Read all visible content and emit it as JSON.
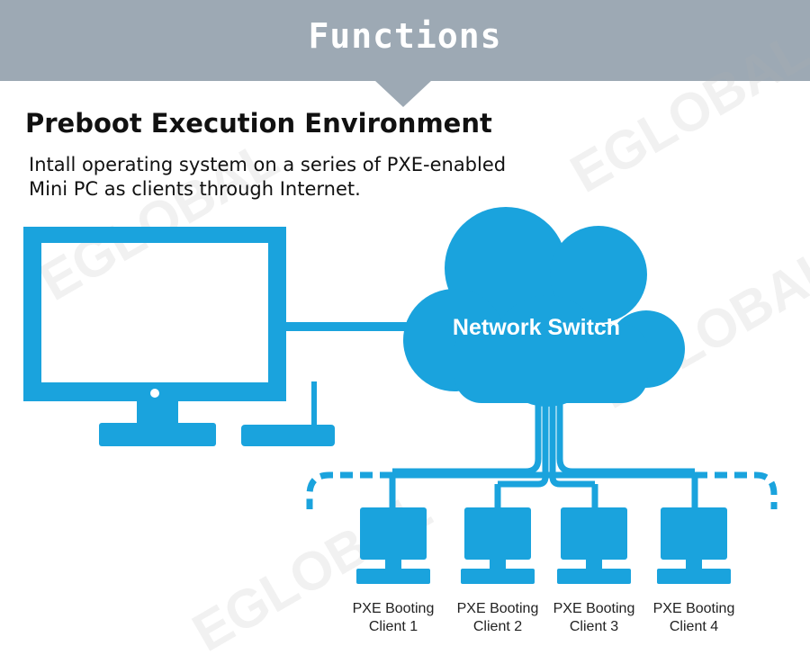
{
  "banner": {
    "title": "Functions"
  },
  "section": {
    "heading": "Preboot Execution Environment",
    "description_lines": [
      "Intall operating system on a series of PXE-enabled",
      "Mini PC as clients through Internet."
    ]
  },
  "diagram": {
    "cloud_label": "Network Switch",
    "clients": [
      {
        "line1": "PXE Booting",
        "line2": "Client 1"
      },
      {
        "line1": "PXE Booting",
        "line2": "Client 2"
      },
      {
        "line1": "PXE Booting",
        "line2": "Client 3"
      },
      {
        "line1": "PXE Booting",
        "line2": "Client 4"
      }
    ]
  },
  "watermark": "EGLOBAL",
  "colors": {
    "banner": "#9da9b4",
    "accent": "#1aa3dd",
    "text": "#111111"
  }
}
